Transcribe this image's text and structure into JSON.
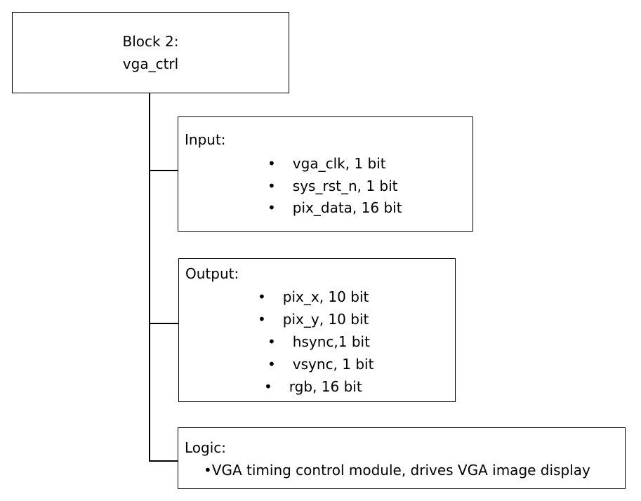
{
  "block": {
    "line1": "Block 2:",
    "line2": "vga_ctrl"
  },
  "input": {
    "heading": "Input:",
    "items": [
      "vga_clk, 1 bit",
      "sys_rst_n, 1 bit",
      "pix_data, 16 bit"
    ]
  },
  "output": {
    "heading": "Output:",
    "items": [
      "pix_x, 10 bit",
      "pix_y, 10 bit",
      "hsync,1 bit",
      "vsync, 1 bit",
      "rgb, 16 bit"
    ]
  },
  "logic": {
    "heading": "Logic:",
    "items": [
      "VGA timing control module, drives VGA image display"
    ]
  },
  "bullet_glyph": "•"
}
